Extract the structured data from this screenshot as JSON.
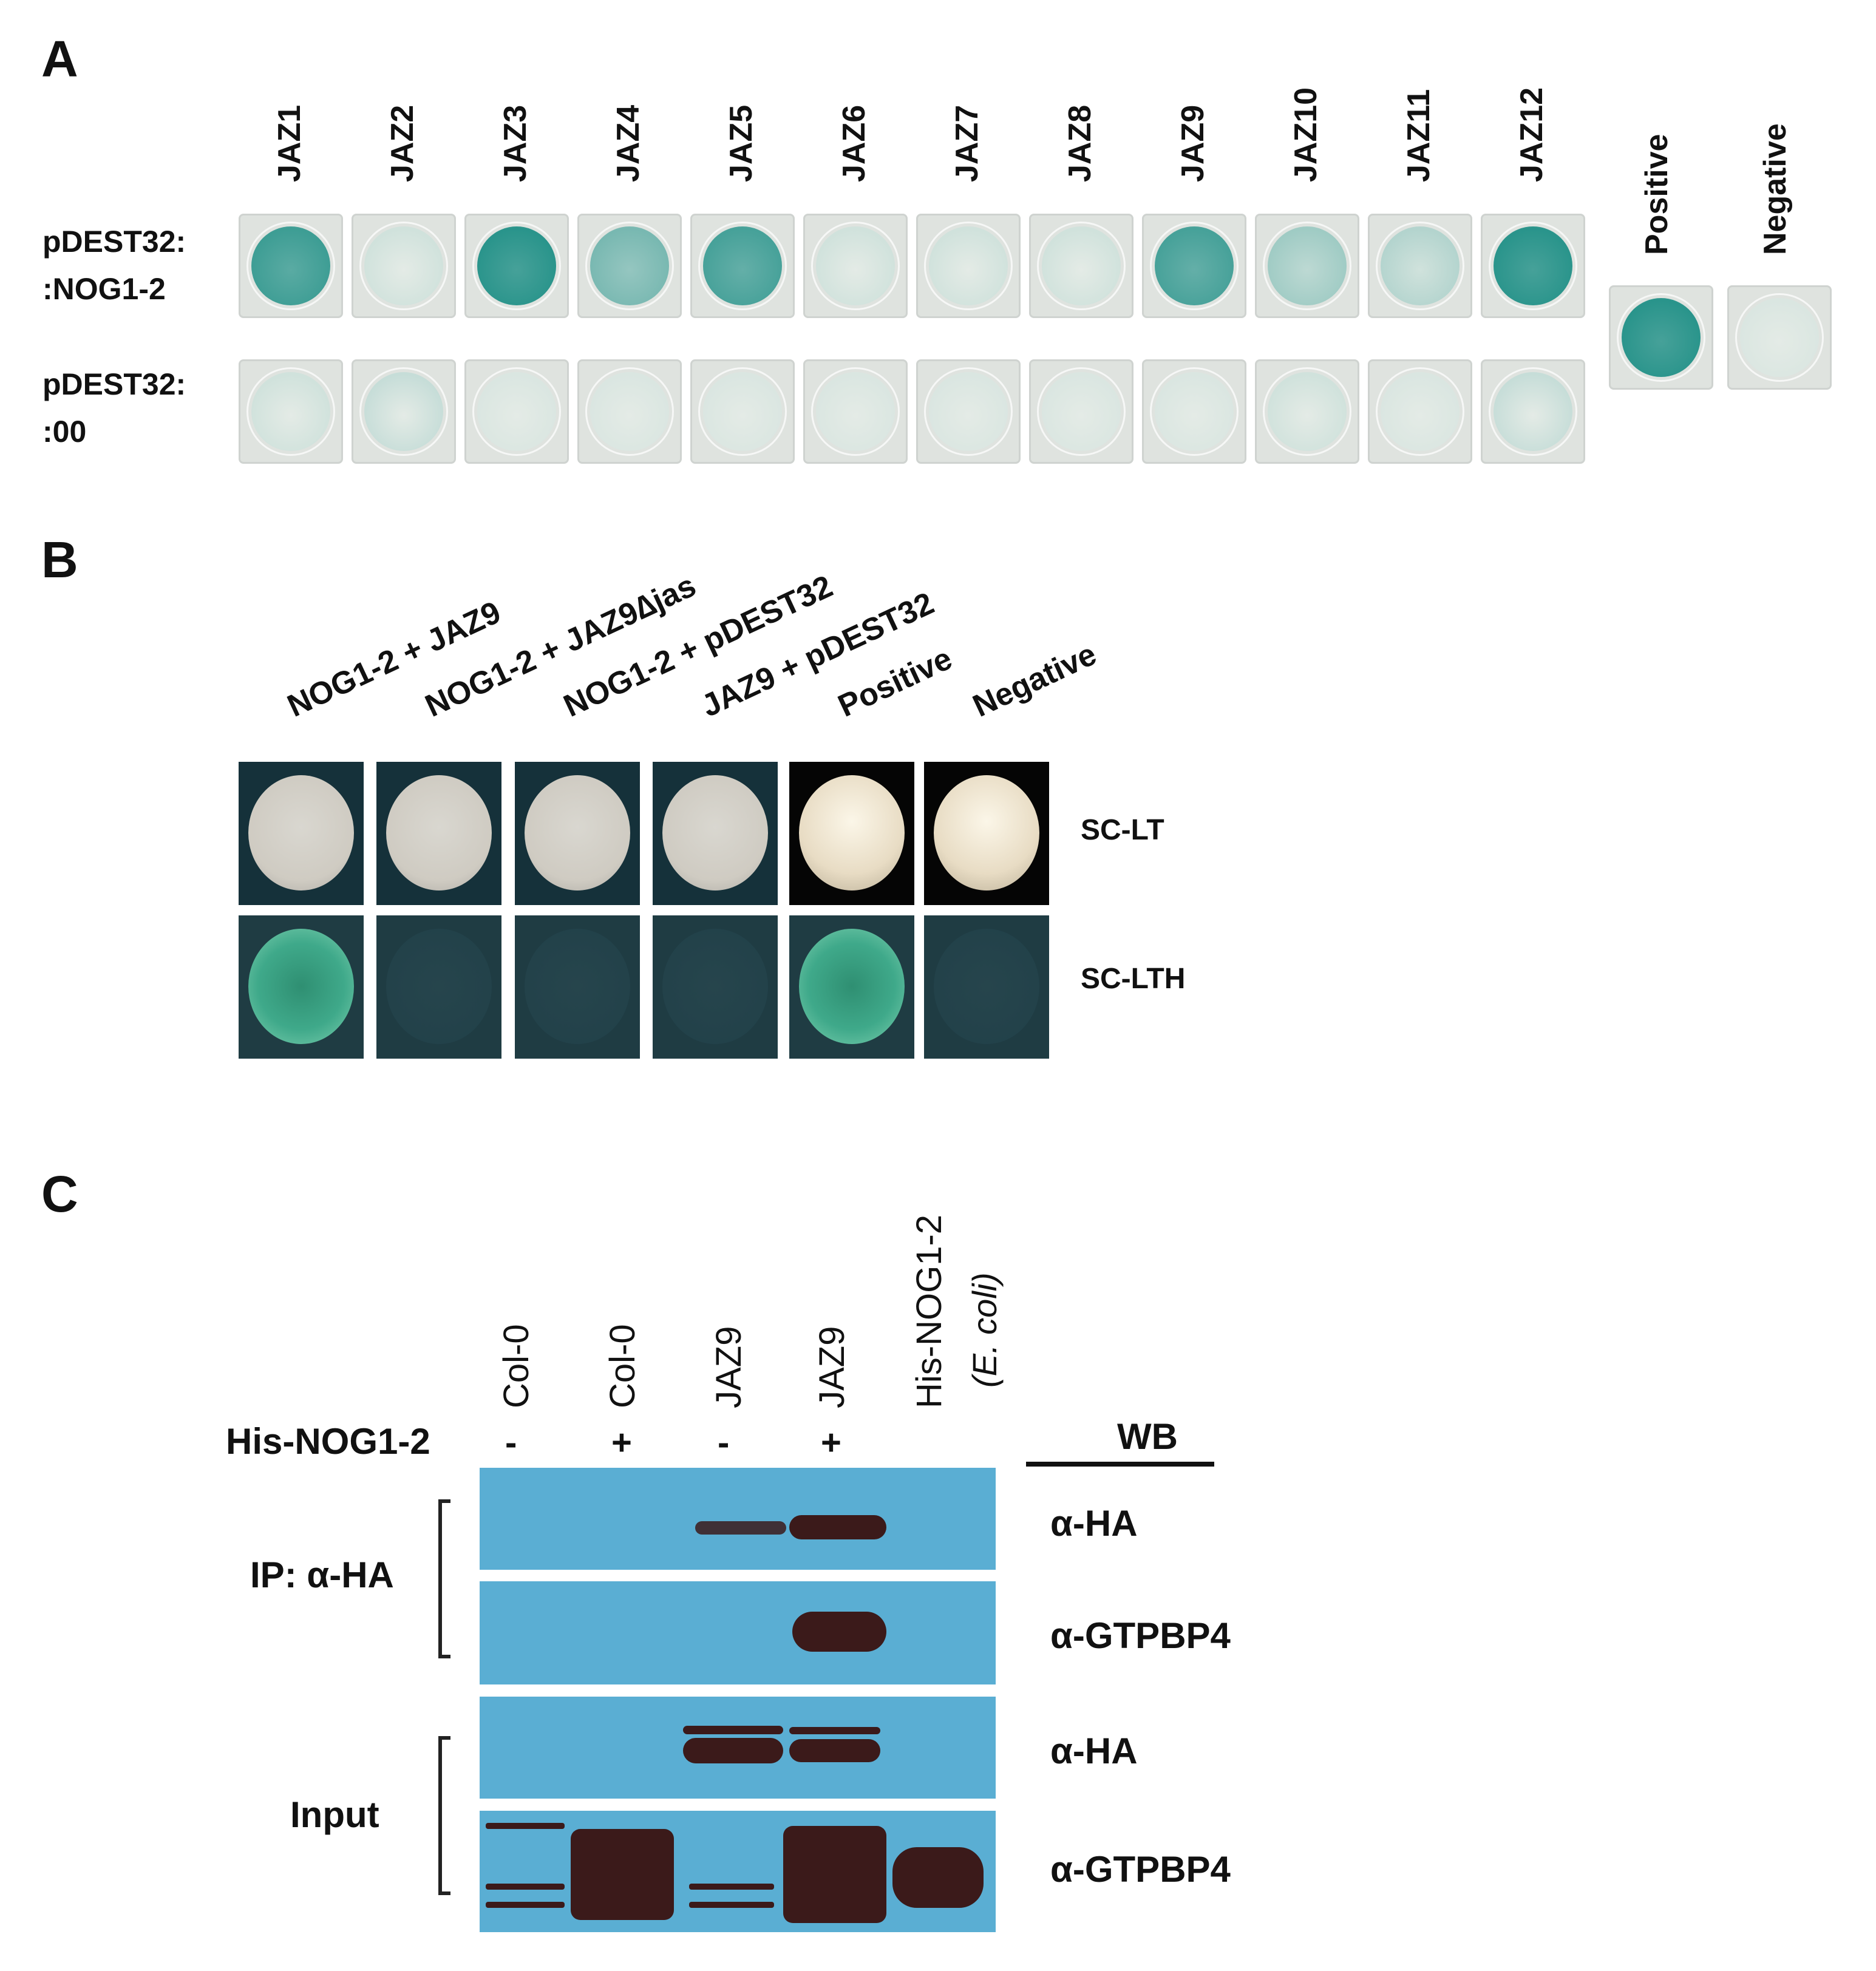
{
  "panel_a": {
    "letter": "A",
    "columns": [
      "JAZ1",
      "JAZ2",
      "JAZ3",
      "JAZ4",
      "JAZ5",
      "JAZ6",
      "JAZ7",
      "JAZ8",
      "JAZ9",
      "JAZ10",
      "JAZ11",
      "JAZ12"
    ],
    "controls": [
      "Positive",
      "Negative"
    ],
    "row1_label": [
      "pDEST32:",
      ":NOG1-2"
    ],
    "row2_label": [
      "pDEST32:",
      ":00"
    ],
    "row1_levels": [
      0.85,
      0.1,
      0.95,
      0.55,
      0.8,
      0.1,
      0.1,
      0.1,
      0.8,
      0.35,
      0.25,
      0.95
    ],
    "row2_levels": [
      0.1,
      0.15,
      0.05,
      0.05,
      0.05,
      0.05,
      0.05,
      0.05,
      0.05,
      0.1,
      0.05,
      0.15
    ],
    "control_levels": [
      0.95,
      0.05
    ],
    "color_positive": "#1f8f86",
    "color_negative": "#e4ebe6"
  },
  "panel_b": {
    "letter": "B",
    "columns": [
      "NOG1-2 + JAZ9",
      "NOG1-2 + JAZ9∆jas",
      "NOG1-2 + pDEST32",
      "JAZ9 + pDEST32",
      "Positive",
      "Negative"
    ],
    "media": [
      "SC-LT",
      "SC-LTH"
    ],
    "growth_sc_lth": [
      1,
      0,
      0,
      0,
      1,
      0
    ],
    "colony_color": "#d9d7d0",
    "growth_color": "#3fa98a"
  },
  "panel_c": {
    "letter": "C",
    "lanes": [
      "Col-0",
      "Col-0",
      "JAZ9",
      "JAZ9",
      "His-NOG1-2"
    ],
    "lane5_sub": "(E. coli)",
    "his_row_label": "His-NOG1-2",
    "his_signs": [
      "-",
      "+",
      "-",
      "+"
    ],
    "wb_header": "WB",
    "ip_label": "IP: α-HA",
    "input_label": "Input",
    "blot_labels": [
      "α-HA",
      "α-GTPBP4",
      "α-HA",
      "α-GTPBP4"
    ],
    "blot_color": "#5aaed3",
    "band_color": "#3b1a1a"
  }
}
